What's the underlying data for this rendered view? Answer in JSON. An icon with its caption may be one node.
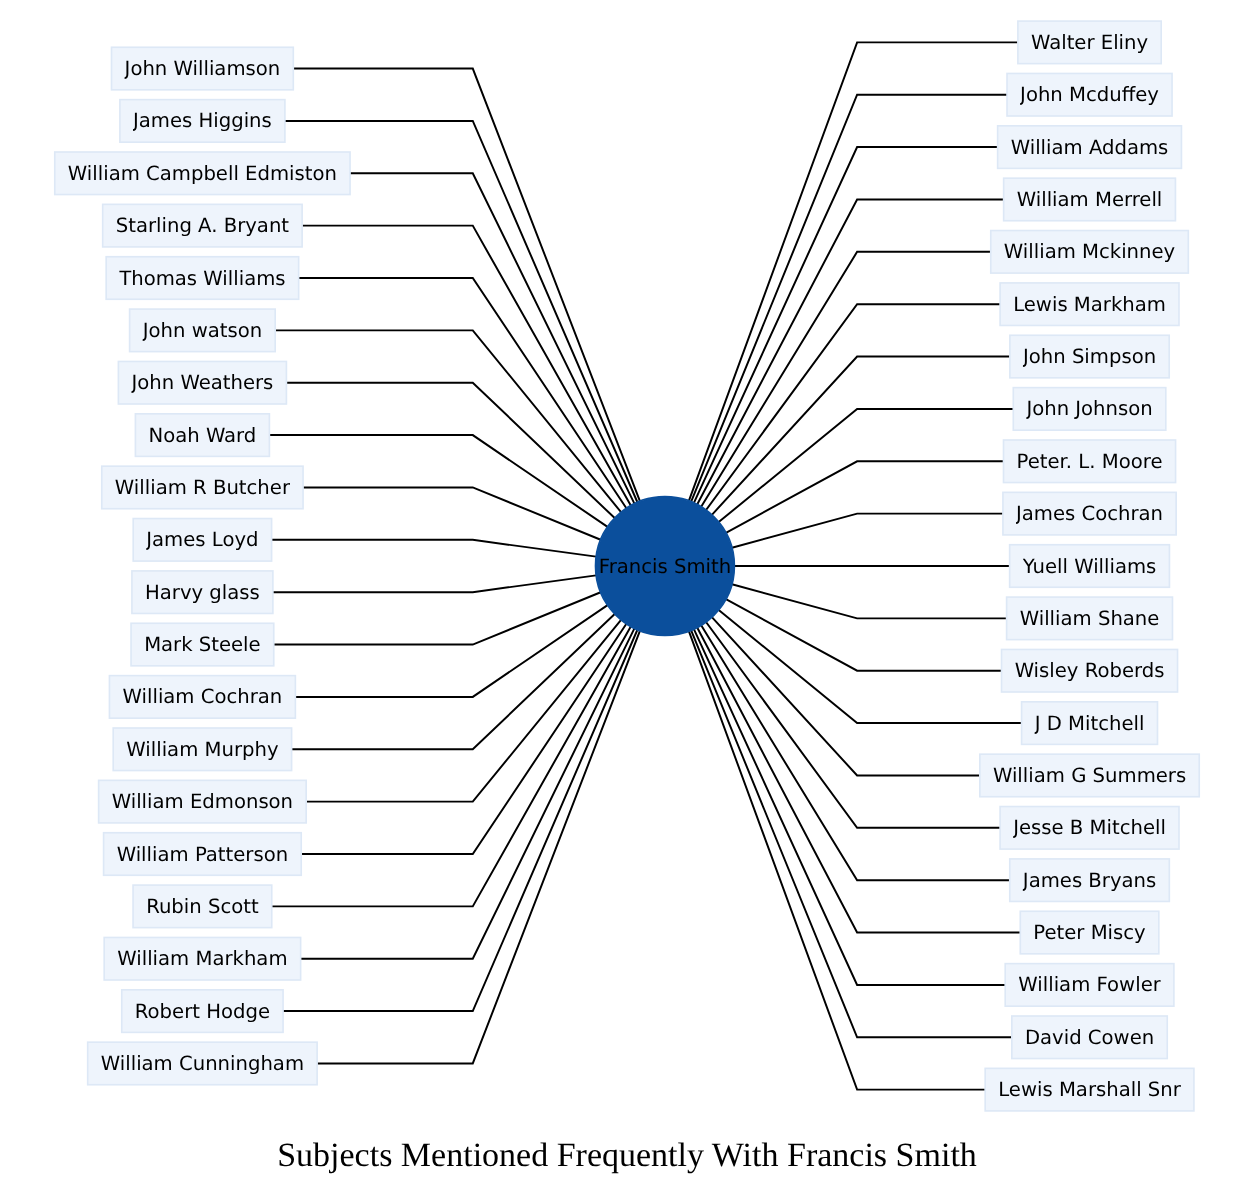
{
  "diagram": {
    "title": "Subjects Mentioned Frequently With Francis Smith",
    "nodes": [
      {
        "text": [
          "Francis Smith"
        ]
      },
      {
        "text": [
          "John Williamson"
        ]
      },
      {
        "text": [
          "Walter Eliny"
        ]
      },
      {
        "text": [
          "James Higgins"
        ]
      },
      {
        "text": [
          "John Mcduffey"
        ]
      },
      {
        "text": [
          "William Addams"
        ]
      },
      {
        "text": [
          "William Campbell Edmiston"
        ]
      },
      {
        "text": [
          "William Merrell"
        ]
      },
      {
        "text": [
          "Starling A. Bryant"
        ]
      },
      {
        "text": [
          "William Mckinney"
        ]
      },
      {
        "text": [
          "Thomas Williams"
        ]
      },
      {
        "text": [
          "John watson"
        ]
      },
      {
        "text": [
          "Lewis Markham"
        ]
      },
      {
        "text": [
          "John Weathers"
        ]
      },
      {
        "text": [
          "Noah Ward"
        ]
      },
      {
        "text": [
          "John Simpson"
        ]
      },
      {
        "text": [
          "John Johnson"
        ]
      },
      {
        "text": [
          "William R Butcher"
        ]
      },
      {
        "text": [
          "Peter. L. Moore"
        ]
      },
      {
        "text": [
          "James Cochran"
        ]
      },
      {
        "text": [
          "James Loyd"
        ]
      },
      {
        "text": [
          "Harvy glass"
        ]
      },
      {
        "text": [
          "Yuell Williams"
        ]
      },
      {
        "text": [
          "William Shane"
        ]
      },
      {
        "text": [
          "Mark Steele"
        ]
      },
      {
        "text": [
          "Wisley Roberds"
        ]
      },
      {
        "text": [
          "J D Mitchell"
        ]
      },
      {
        "text": [
          "William Cochran"
        ]
      },
      {
        "text": [
          "William Murphy"
        ]
      },
      {
        "text": [
          "William Edmonson"
        ]
      },
      {
        "text": [
          "William G Summers"
        ]
      },
      {
        "text": [
          "William Patterson"
        ]
      },
      {
        "text": [
          "Jesse B Mitchell"
        ]
      },
      {
        "text": [
          "James Bryans"
        ]
      },
      {
        "text": [
          "Rubin Scott"
        ]
      },
      {
        "text": [
          "Peter Miscy"
        ]
      },
      {
        "text": [
          "William Markham"
        ]
      },
      {
        "text": [
          "William Fowler"
        ]
      },
      {
        "text": [
          "Robert Hodge"
        ]
      },
      {
        "text": [
          "David Cowen"
        ]
      },
      {
        "text": [
          "William Cunningham"
        ]
      },
      {
        "text": [
          "Lewis Marshall Snr"
        ]
      }
    ],
    "edges": [
      {
        "from": 1,
        "to": 0,
        "arrow": "none"
      },
      {
        "from": 0,
        "to": 2,
        "arrow": "none"
      },
      {
        "from": 3,
        "to": 0,
        "arrow": "none"
      },
      {
        "from": 0,
        "to": 4,
        "arrow": "none"
      },
      {
        "from": 0,
        "to": 5,
        "arrow": "none"
      },
      {
        "from": 6,
        "to": 0,
        "arrow": "none"
      },
      {
        "from": 0,
        "to": 7,
        "arrow": "none"
      },
      {
        "from": 8,
        "to": 0,
        "arrow": "none"
      },
      {
        "from": 0,
        "to": 9,
        "arrow": "none"
      },
      {
        "from": 10,
        "to": 0,
        "arrow": "none"
      },
      {
        "from": 11,
        "to": 0,
        "arrow": "none"
      },
      {
        "from": 0,
        "to": 12,
        "arrow": "none"
      },
      {
        "from": 13,
        "to": 0,
        "arrow": "none"
      },
      {
        "from": 14,
        "to": 0,
        "arrow": "none"
      },
      {
        "from": 0,
        "to": 15,
        "arrow": "none"
      },
      {
        "from": 0,
        "to": 16,
        "arrow": "none"
      },
      {
        "from": 17,
        "to": 0,
        "arrow": "none"
      },
      {
        "from": 0,
        "to": 18,
        "arrow": "none"
      },
      {
        "from": 0,
        "to": 19,
        "arrow": "none"
      },
      {
        "from": 20,
        "to": 0,
        "arrow": "none"
      },
      {
        "from": 21,
        "to": 0,
        "arrow": "none"
      },
      {
        "from": 0,
        "to": 22,
        "arrow": "none"
      },
      {
        "from": 0,
        "to": 23,
        "arrow": "none"
      },
      {
        "from": 24,
        "to": 0,
        "arrow": "none"
      },
      {
        "from": 0,
        "to": 25,
        "arrow": "none"
      },
      {
        "from": 0,
        "to": 26,
        "arrow": "none"
      },
      {
        "from": 27,
        "to": 0,
        "arrow": "none"
      },
      {
        "from": 28,
        "to": 0,
        "arrow": "none"
      },
      {
        "from": 29,
        "to": 0,
        "arrow": "none"
      },
      {
        "from": 0,
        "to": 30,
        "arrow": "none"
      },
      {
        "from": 31,
        "to": 0,
        "arrow": "none"
      },
      {
        "from": 0,
        "to": 32,
        "arrow": "none"
      },
      {
        "from": 0,
        "to": 33,
        "arrow": "none"
      },
      {
        "from": 34,
        "to": 0,
        "arrow": "none"
      },
      {
        "from": 0,
        "to": 35,
        "arrow": "none"
      },
      {
        "from": 36,
        "to": 0,
        "arrow": "none"
      },
      {
        "from": 0,
        "to": 37,
        "arrow": "none"
      },
      {
        "from": 38,
        "to": 0,
        "arrow": "none"
      },
      {
        "from": 0,
        "to": 39,
        "arrow": "none"
      },
      {
        "from": 40,
        "to": 0,
        "arrow": "none"
      },
      {
        "from": 0,
        "to": 41,
        "arrow": "none"
      }
    ]
  }
}
